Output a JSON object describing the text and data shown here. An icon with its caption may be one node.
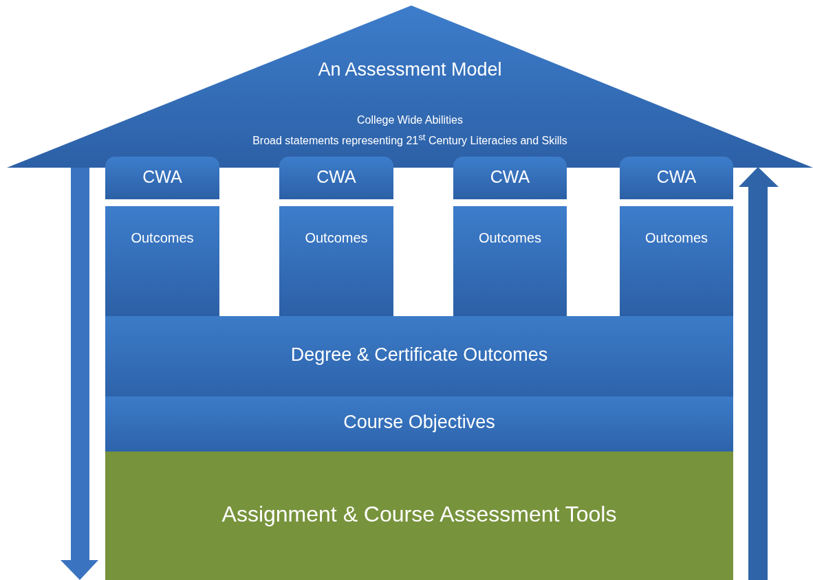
{
  "diagram": {
    "nodes": [
      {
        "text": [
          "An Assessment Model",
          "College Wide Abilities",
          "Broad statements representing 21$^{st}$ Century Literacies and Skills"
        ]
      },
      {
        "text": [
          "CWA"
        ]
      },
      {
        "text": [
          "CWA"
        ]
      },
      {
        "text": [
          "CWA"
        ]
      },
      {
        "text": [
          "CWA"
        ]
      },
      {
        "text": [
          "Outcomes"
        ]
      },
      {
        "text": [
          "Outcomes"
        ]
      },
      {
        "text": [
          "Outcomes"
        ]
      },
      {
        "text": [
          "Outcomes"
        ]
      },
      {
        "text": [
          "Degree & Certificate Outcomes"
        ]
      },
      {
        "text": [
          "Course Objectives"
        ]
      },
      {
        "text": [
          "Assignment & Course Assessment Tools"
        ]
      }
    ],
    "edges": []
  }
}
